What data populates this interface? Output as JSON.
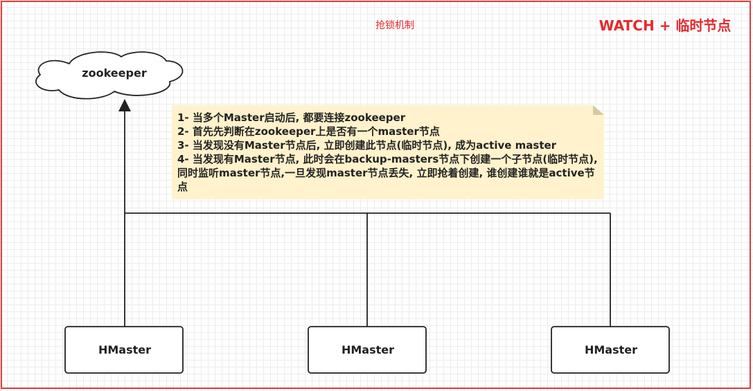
{
  "titles": {
    "center": "抢锁机制",
    "right": "WATCH + 临时节点"
  },
  "cloud": {
    "label": "zookeeper"
  },
  "note": {
    "lines": [
      "1- 当多个Master启动后, 都要连接zookeeper",
      "2- 首先先判断在zookeeper上是否有一个master节点",
      "3- 当发现没有Master节点后, 立即创建此节点(临时节点), 成为active master",
      "4- 当发现有Master节点, 此时会在backup-masters节点下创建一个子节点(临时节点),同时监听master节点,一旦发现master节点丢失, 立即抢着创建, 谁创建谁就是active节点"
    ]
  },
  "masters": [
    {
      "label": "HMaster"
    },
    {
      "label": "HMaster"
    },
    {
      "label": "HMaster"
    }
  ],
  "colors": {
    "accent_red": "#e5292f",
    "note_fill": "#fff2cc",
    "note_fold": "#d6c99e",
    "stroke": "#222222"
  }
}
